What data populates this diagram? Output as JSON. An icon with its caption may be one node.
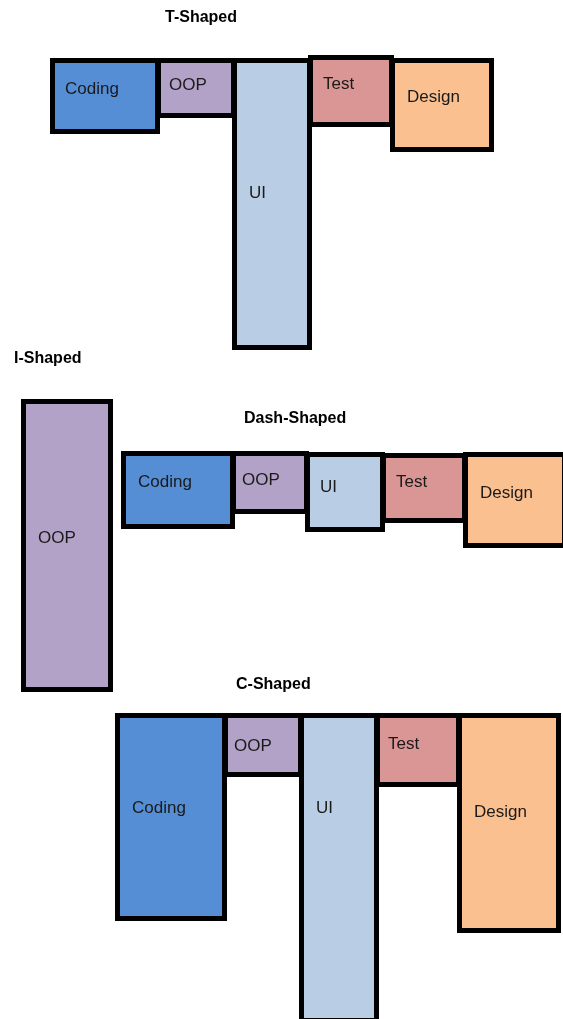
{
  "diagram": {
    "nodes": [
      {
        "text": [
          "Coding"
        ]
      },
      {
        "text": [
          "OOP"
        ]
      },
      {
        "text": [
          "UI"
        ]
      },
      {
        "text": [
          "Test"
        ]
      },
      {
        "text": [
          "Design"
        ]
      },
      {
        "text": [
          "OOP"
        ]
      },
      {
        "text": [
          "Coding"
        ]
      },
      {
        "text": [
          "OOP"
        ]
      },
      {
        "text": [
          "UI"
        ]
      },
      {
        "text": [
          "Test"
        ]
      },
      {
        "text": [
          "Design"
        ]
      },
      {
        "text": [
          "Coding"
        ]
      },
      {
        "text": [
          "OOP"
        ]
      },
      {
        "text": [
          "UI"
        ]
      },
      {
        "text": [
          "Test"
        ]
      },
      {
        "text": [
          "Design"
        ]
      }
    ],
    "labels": [
      "T-Shaped",
      "I-Shaped",
      "Dash-Shaped",
      "C-Shaped"
    ]
  }
}
